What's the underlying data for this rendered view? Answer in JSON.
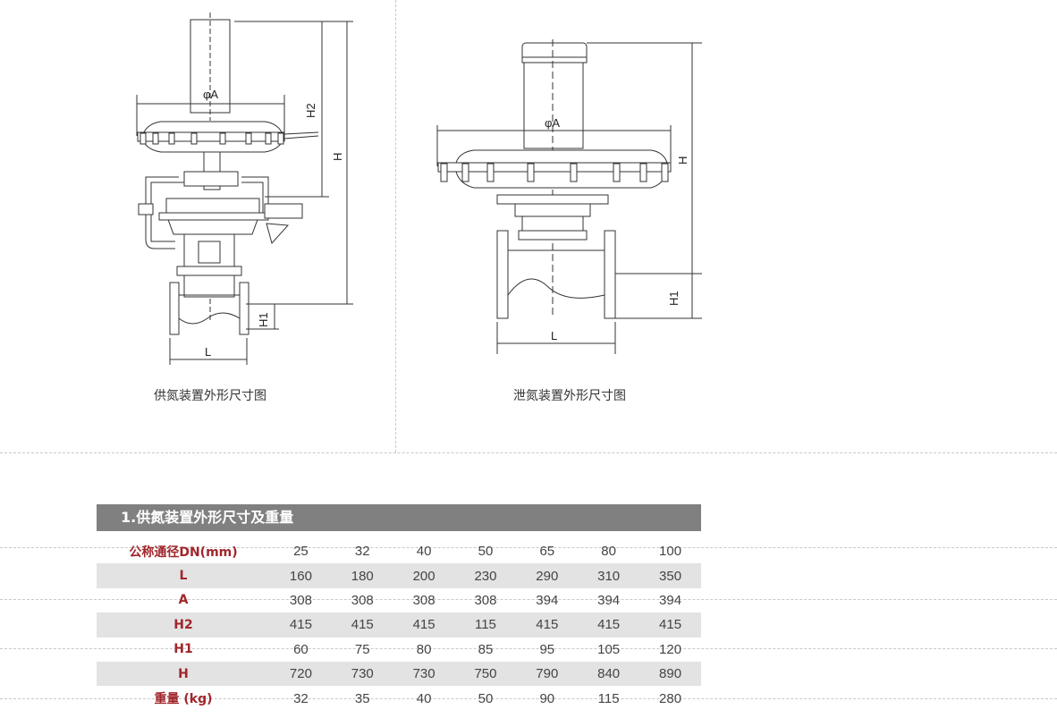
{
  "figures": [
    {
      "caption": "供氮装置外形尺寸图",
      "dims": [
        "φA",
        "H2",
        "H",
        "H1",
        "L"
      ]
    },
    {
      "caption": "泄氮装置外形尺寸图",
      "dims": [
        "φA",
        "H",
        "H1",
        "L"
      ]
    }
  ],
  "table": {
    "title": "1.供氮装置外形尺寸及重量",
    "rows": [
      {
        "label": "公称通径DN(mm)",
        "values": [
          "25",
          "32",
          "40",
          "50",
          "65",
          "80",
          "100"
        ]
      },
      {
        "label": "L",
        "values": [
          "160",
          "180",
          "200",
          "230",
          "290",
          "310",
          "350"
        ]
      },
      {
        "label": "A",
        "values": [
          "308",
          "308",
          "308",
          "308",
          "394",
          "394",
          "394"
        ]
      },
      {
        "label": "H2",
        "values": [
          "415",
          "415",
          "415",
          "115",
          "415",
          "415",
          "415"
        ]
      },
      {
        "label": "H1",
        "values": [
          "60",
          "75",
          "80",
          "85",
          "95",
          "105",
          "120"
        ]
      },
      {
        "label": "H",
        "values": [
          "720",
          "730",
          "730",
          "750",
          "790",
          "840",
          "890"
        ]
      },
      {
        "label": "重量 (kg)",
        "values": [
          "32",
          "35",
          "40",
          "50",
          "90",
          "115",
          "280"
        ]
      }
    ]
  },
  "colors": {
    "header_bar": "#808080",
    "row_label": "#a0262c",
    "row_shade": "#e3e3e3"
  }
}
